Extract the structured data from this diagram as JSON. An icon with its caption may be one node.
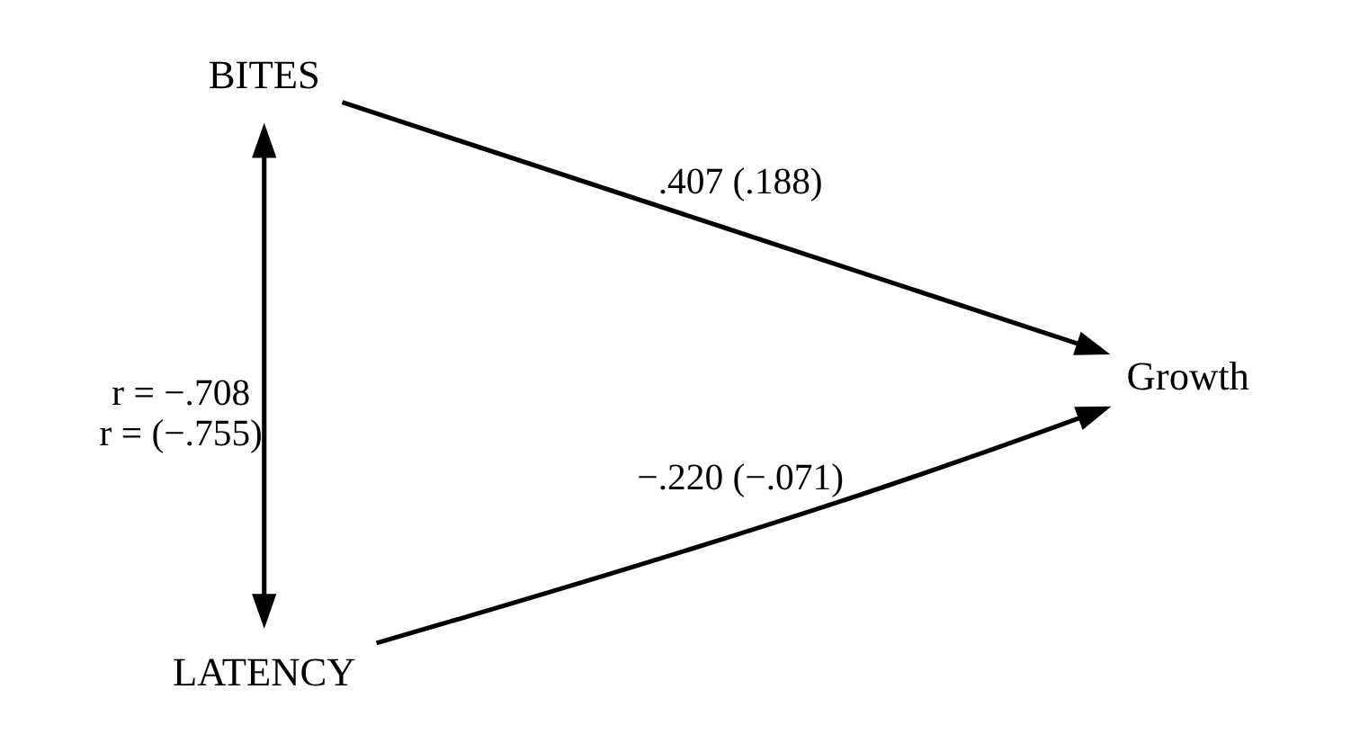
{
  "diagram": {
    "nodes": [
      {
        "text": [
          "BITES"
        ]
      },
      {
        "text": [
          "Growth"
        ]
      },
      {
        "text": [
          "LATENCY"
        ]
      }
    ],
    "edges": [
      {
        "from": 0,
        "to": 1,
        "arrow": "to",
        "label": ".407 (.188)"
      },
      {
        "from": 2,
        "to": 1,
        "arrow": "to",
        "label": "−.220 (−.071)"
      },
      {
        "from": 0,
        "to": 2,
        "arrow": "both",
        "label": "r = −.708 r = (−.755)"
      }
    ]
  }
}
